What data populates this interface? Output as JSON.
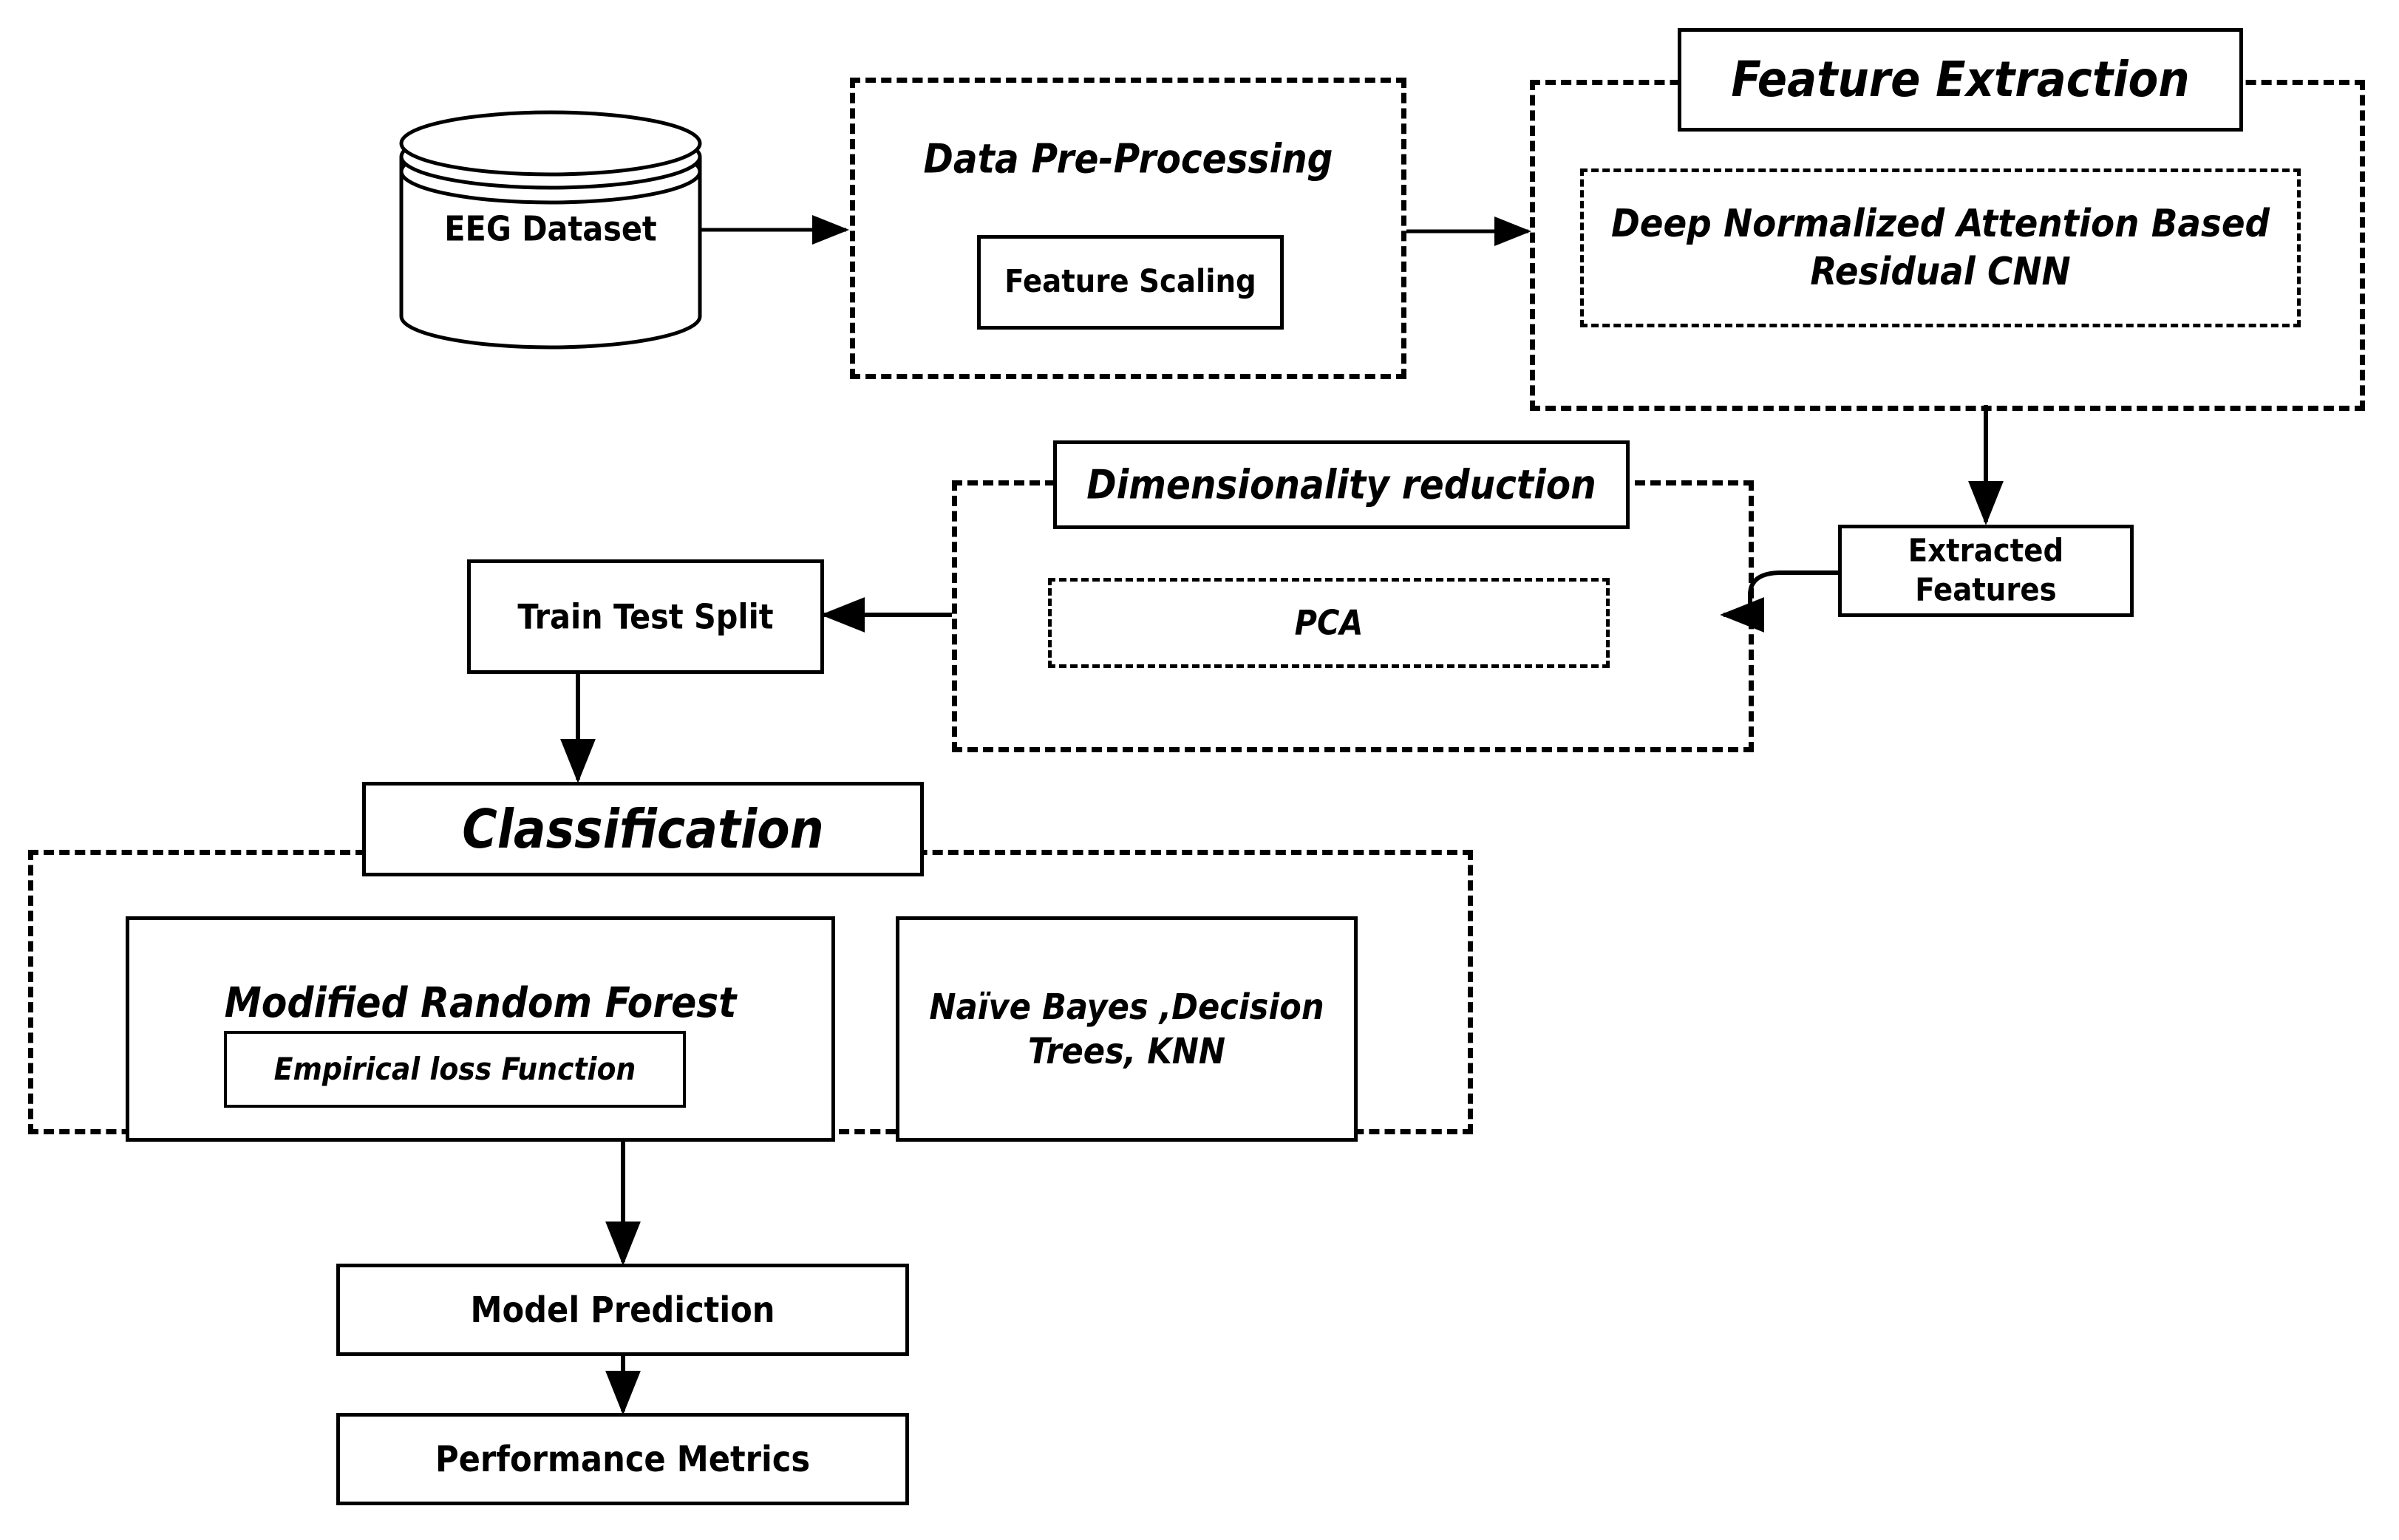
{
  "diagram": {
    "title": "EEG classification pipeline flowchart",
    "colors": {
      "stroke": "#000000",
      "background": "#ffffff"
    },
    "nodes": {
      "eeg_dataset": {
        "label": "EEG Dataset",
        "shape": "cylinder"
      },
      "data_preprocessing": {
        "label": "Data Pre-Processing",
        "shape": "dashed-group"
      },
      "feature_scaling": {
        "label": "Feature Scaling",
        "shape": "solid-box"
      },
      "feature_extraction": {
        "label": "Feature Extraction",
        "shape": "dashed-group"
      },
      "dnarc": {
        "label": "Deep Normalized Attention Based Residual CNN",
        "shape": "dashed-box"
      },
      "extracted_features": {
        "label": "Extracted Features",
        "shape": "solid-box"
      },
      "dimensionality_reduction": {
        "label": "Dimensionality reduction",
        "shape": "dashed-group"
      },
      "pca": {
        "label": "PCA",
        "shape": "dashed-box"
      },
      "train_test_split": {
        "label": "Train Test Split",
        "shape": "solid-box"
      },
      "classification": {
        "label": "Classification",
        "shape": "dashed-group"
      },
      "modified_random_forest": {
        "label": "Modified Random Forest",
        "shape": "solid-box"
      },
      "empirical_loss_function": {
        "label": "Empirical loss Function",
        "shape": "solid-box"
      },
      "other_classifiers": {
        "label": "Naïve Bayes ,Decision Trees, KNN",
        "shape": "solid-box"
      },
      "model_prediction": {
        "label": "Model Prediction",
        "shape": "solid-box"
      },
      "performance_metrics": {
        "label": "Performance Metrics",
        "shape": "solid-box"
      }
    },
    "edges": [
      {
        "from": "eeg_dataset",
        "to": "data_preprocessing",
        "style": "arrow-right"
      },
      {
        "from": "data_preprocessing",
        "to": "feature_extraction",
        "style": "arrow-right"
      },
      {
        "from": "feature_extraction",
        "to": "extracted_features",
        "style": "arrow-down"
      },
      {
        "from": "extracted_features",
        "to": "dimensionality_reduction",
        "style": "arrow-left-curved"
      },
      {
        "from": "dimensionality_reduction",
        "to": "train_test_split",
        "style": "arrow-left"
      },
      {
        "from": "train_test_split",
        "to": "classification",
        "style": "arrow-down"
      },
      {
        "from": "classification",
        "to": "model_prediction",
        "style": "arrow-down"
      },
      {
        "from": "model_prediction",
        "to": "performance_metrics",
        "style": "arrow-down"
      }
    ]
  }
}
